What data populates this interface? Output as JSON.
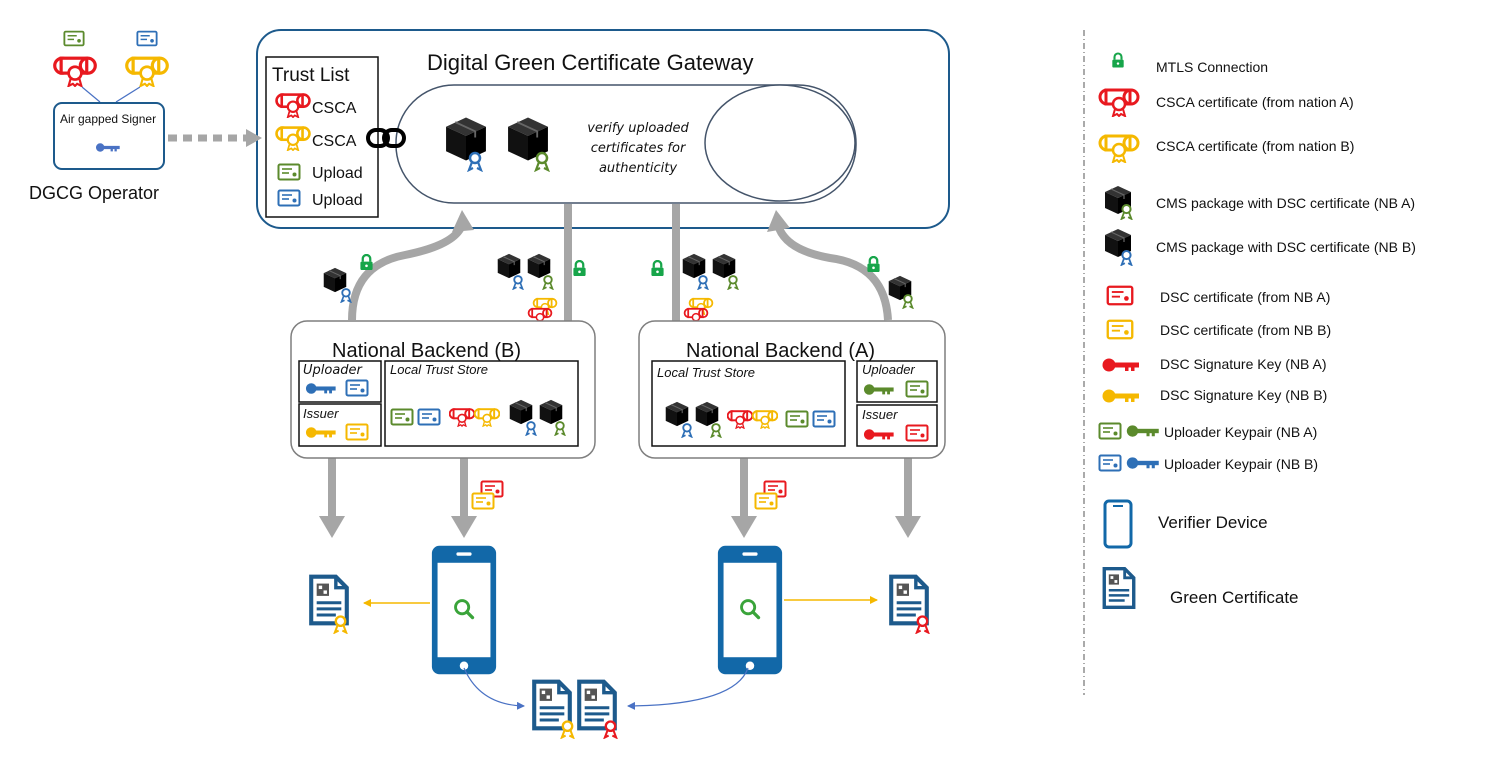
{
  "gateway": {
    "title": "Digital Green Certificate Gateway",
    "verify_note": [
      "verify uploaded",
      "certificates for",
      "authenticity"
    ]
  },
  "trust_list": {
    "title": "Trust List",
    "items": [
      "CSCA",
      "CSCA",
      "Upload",
      "Upload"
    ]
  },
  "operator": {
    "signer_label": "Air gapped Signer",
    "name": "DGCG Operator"
  },
  "backend_b": {
    "title": "National Backend (B)",
    "uploader": "Uploader",
    "issuer": "Issuer",
    "store": "Local Trust Store"
  },
  "backend_a": {
    "title": "National Backend (A)",
    "uploader": "Uploader",
    "issuer": "Issuer",
    "store": "Local Trust Store"
  },
  "legend": {
    "items": [
      "MTLS Connection",
      "CSCA certificate (from nation A)",
      "CSCA certificate (from nation B)",
      "CMS package with DSC certificate (NB A)",
      "CMS package with DSC certificate (NB B)",
      "DSC certificate (from NB A)",
      "DSC certificate (from NB B)",
      "DSC Signature Key (NB A)",
      "DSC Signature Key (NB B)",
      "Uploader Keypair (NB A)",
      "Uploader Keypair (NB B)",
      "Verifier Device",
      "Green Certificate"
    ]
  },
  "colors": {
    "red": "#e8191f",
    "yellow": "#f5b800",
    "green": "#5b8a2c",
    "blue": "#2e6fb6",
    "navy": "#1d5a8c",
    "lock": "#17a54a",
    "arrow": "#a6a6a6",
    "device": "#1268a8"
  }
}
